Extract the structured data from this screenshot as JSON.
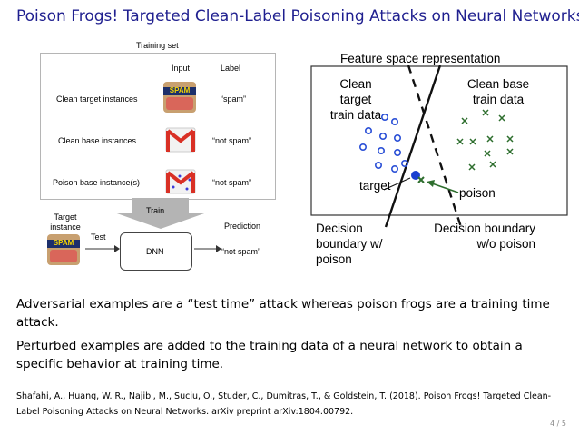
{
  "slide": {
    "title": "Poison Frogs! Targeted Clean-Label Poisoning Attacks on Neural Networks",
    "page": "4 / 5"
  },
  "left_figure": {
    "training_set_label": "Training set",
    "input_header": "Input",
    "label_header": "Label",
    "rows": [
      {
        "name": "Clean target instances",
        "label": "“spam”",
        "icon": "spam-can-icon"
      },
      {
        "name": "Clean base instances",
        "label": "“not spam”",
        "icon": "gmail-icon"
      },
      {
        "name": "Poison base instance(s)",
        "label": "“not spam”",
        "icon": "gmail-icon"
      }
    ],
    "train_label": "Train",
    "target_instance_label": "Target instance",
    "test_label": "Test",
    "dnn_label": "DNN",
    "prediction_header": "Prediction",
    "prediction_value": "“not spam”"
  },
  "right_figure": {
    "title": "Feature space representation",
    "clean_target_label": "Clean target train data",
    "clean_base_label": "Clean base train data",
    "target_label": "target",
    "poison_label": "poison",
    "boundary_with_poison": "Decision boundary w/ poison",
    "boundary_without_poison": "Decision boundary w/o poison",
    "colors": {
      "circles": "#2a4fd6",
      "crosses": "#2e6e2e",
      "target": "#1a3fd0",
      "poison": "#2e6e2e",
      "arrow": "#2e6e2e"
    }
  },
  "body": {
    "paragraph1": "Adversarial examples are a “test time” attack whereas poison frogs are a training time attack.",
    "paragraph2": "Perturbed examples are added to the training data of a neural network to obtain a specific behavior at training time.",
    "reference": "Shafahi, A., Huang, W. R., Najibi, M., Suciu, O., Studer, C., Dumitras, T., & Goldstein, T. (2018). Poison Frogs! Targeted Clean-Label Poisoning Attacks on Neural Networks. arXiv preprint arXiv:1804.00792."
  }
}
